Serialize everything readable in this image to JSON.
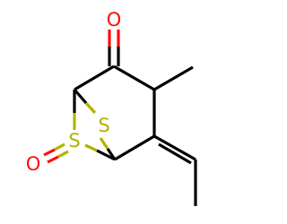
{
  "molecule": {
    "atoms": {
      "O_ketone": "O",
      "S_bridge": "S",
      "S_oxide": "S",
      "O_sulfoxide": "O"
    },
    "colors": {
      "carbon_bond": "#000000",
      "oxygen": "#ff0d0d",
      "sulfur": "#b2b200"
    }
  }
}
